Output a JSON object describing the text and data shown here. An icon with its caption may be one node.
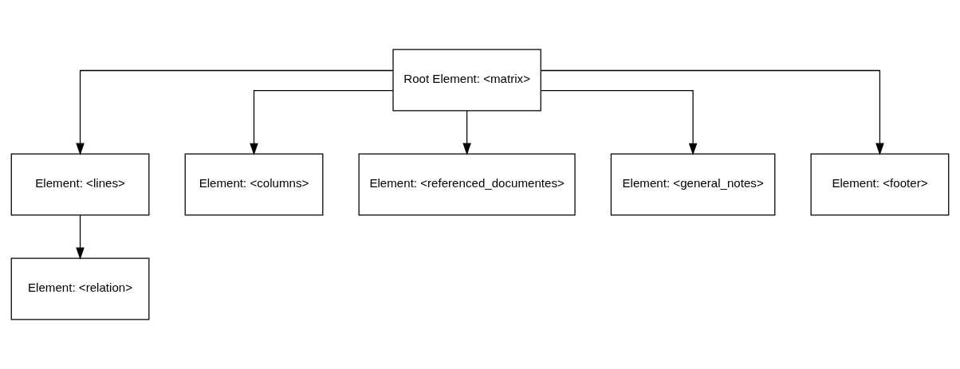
{
  "diagram": {
    "nodes": [
      {
        "text": [
          "Root Element: <matrix>"
        ]
      },
      {
        "text": [
          "Element: <lines>"
        ]
      },
      {
        "text": [
          "Element: <columns>"
        ]
      },
      {
        "text": [
          "Element: <referenced_documentes>"
        ]
      },
      {
        "text": [
          "Element: <general_notes>"
        ]
      },
      {
        "text": [
          "Element: <footer>"
        ]
      },
      {
        "text": [
          "Element: <relation>"
        ]
      }
    ],
    "edges": [
      {
        "from": 0,
        "to": 1,
        "arrow": "to"
      },
      {
        "from": 0,
        "to": 2,
        "arrow": "to"
      },
      {
        "from": 0,
        "to": 3,
        "arrow": "to"
      },
      {
        "from": 0,
        "to": 4,
        "arrow": "to"
      },
      {
        "from": 0,
        "to": 5,
        "arrow": "to"
      },
      {
        "from": 1,
        "to": 6,
        "arrow": "to"
      }
    ]
  }
}
